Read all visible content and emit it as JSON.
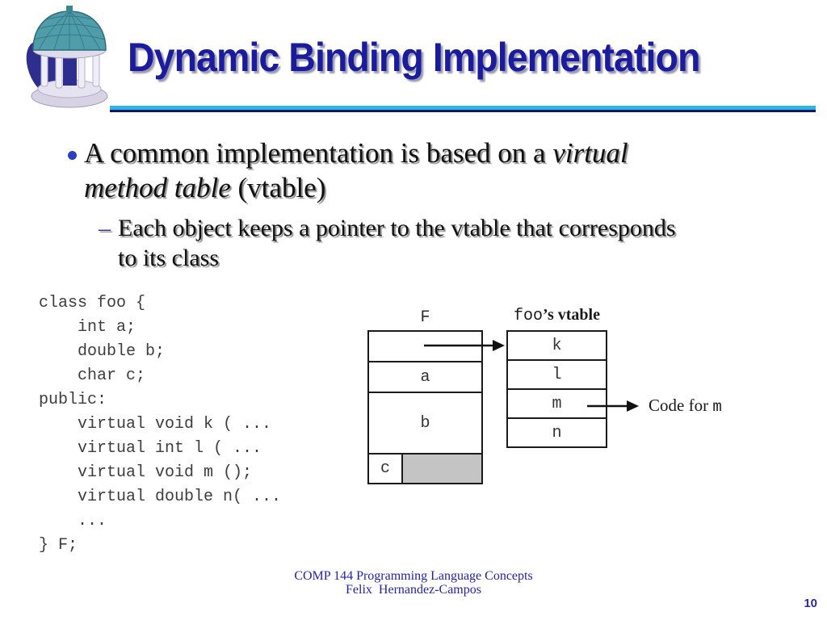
{
  "header": {
    "title": "Dynamic Binding Implementation",
    "logo_alt": "unc-old-well"
  },
  "bullets": {
    "main": {
      "line1_text": "A common implementation is based on a ",
      "line1_italic": "virtual",
      "line2_italic": "method table",
      "line2_text": " (vtable)"
    },
    "sub": {
      "dash": "–",
      "line1": "Each object keeps a pointer to the vtable that corresponds",
      "line2": "to its class"
    }
  },
  "code": {
    "lines": [
      "class foo {",
      "    int a;",
      "    double b;",
      "    char c;",
      "public:",
      "    virtual void k ( ...",
      "    virtual int l ( ...",
      "    virtual void m ();",
      "    virtual double n( ...",
      "    ...",
      "} F;"
    ]
  },
  "diagram": {
    "object_label": "F",
    "object_field_a": "a",
    "object_field_b": "b",
    "object_field_c": "c",
    "vtable_title_code": "foo",
    "vtable_title_suffix": "’s vtable",
    "vtable_rows": [
      "k",
      "l",
      "m",
      "n"
    ],
    "code_for_text": "Code for ",
    "code_for_method": "m"
  },
  "footer": {
    "line1": "COMP 144 Programming Language Concepts",
    "line2": "Felix  Hernandez-Campos",
    "page_number": "10"
  },
  "colors": {
    "title_blue": "#1b1b9e",
    "rule_cyan": "#2ab4e8",
    "rule_navy": "#151564",
    "bullet_dot_blue": "#2b3fbf",
    "footer_blue": "#2323a8",
    "cell_gray": "#c4c4c4",
    "dome_teal": "#4f9dab",
    "shadow_navy": "#2e2e8e"
  }
}
